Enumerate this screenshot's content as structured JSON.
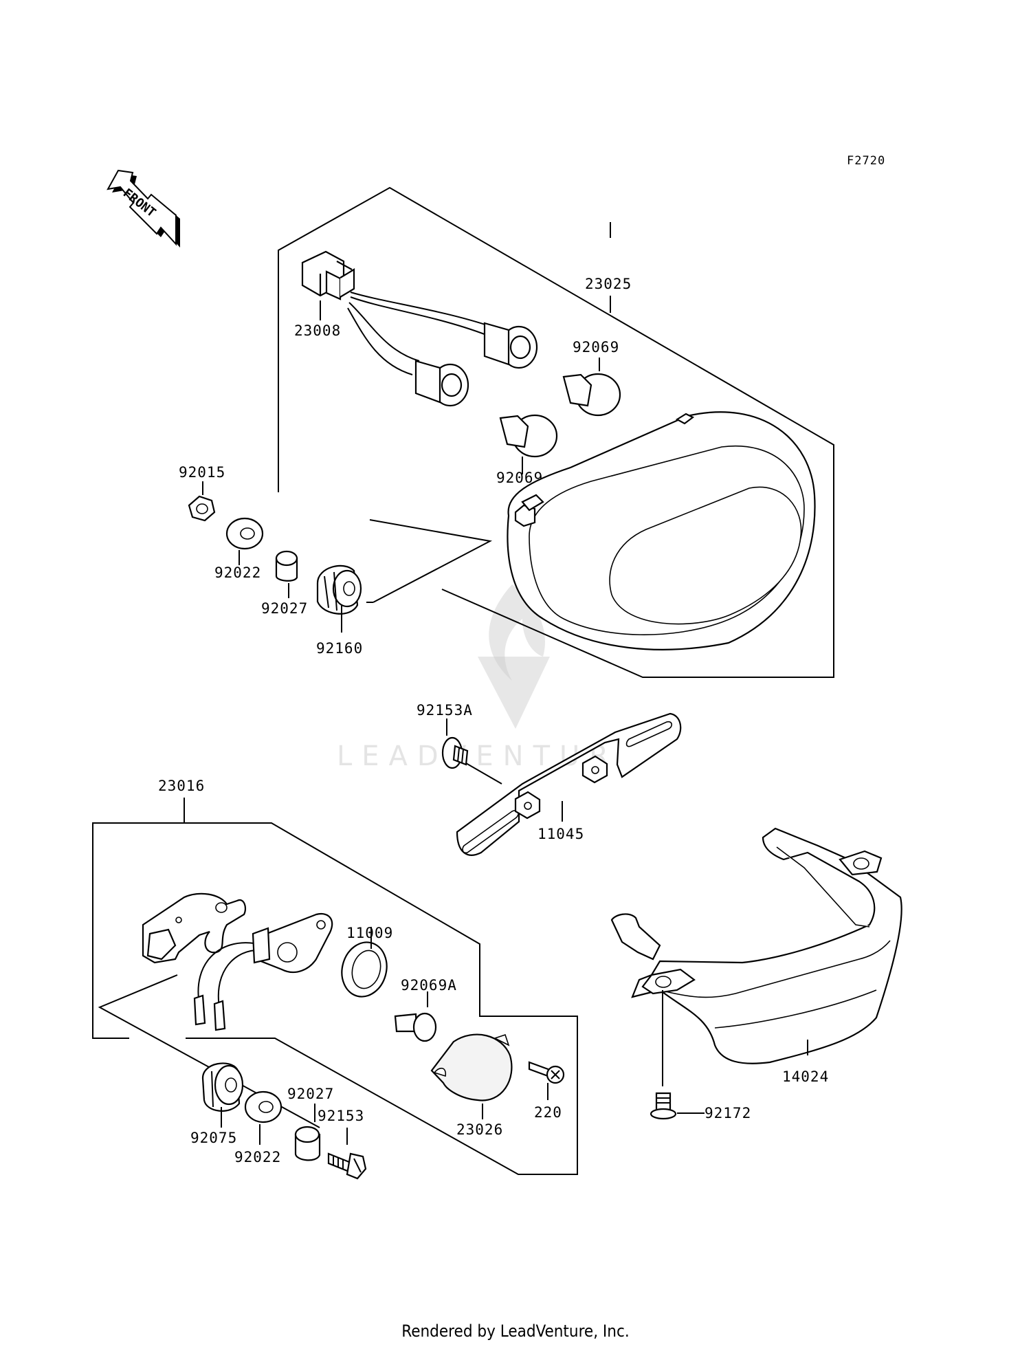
{
  "diagram_code": "F2720",
  "front_arrow_label": "FRONT",
  "watermark_text": "LEADVENTURE",
  "footer_text": "Rendered by LeadVenture, Inc.",
  "parts": [
    {
      "id": "p23025",
      "number": "23025"
    },
    {
      "id": "p23008",
      "number": "23008"
    },
    {
      "id": "p92069a",
      "number": "92069"
    },
    {
      "id": "p92069b",
      "number": "92069"
    },
    {
      "id": "p92015",
      "number": "92015"
    },
    {
      "id": "p92022a",
      "number": "92022"
    },
    {
      "id": "p92027a",
      "number": "92027"
    },
    {
      "id": "p92160",
      "number": "92160"
    },
    {
      "id": "p92153A",
      "number": "92153A"
    },
    {
      "id": "p11045",
      "number": "11045"
    },
    {
      "id": "p23016",
      "number": "23016"
    },
    {
      "id": "p11009",
      "number": "11009"
    },
    {
      "id": "p92069A",
      "number": "92069A"
    },
    {
      "id": "p220",
      "number": "220"
    },
    {
      "id": "p23026",
      "number": "23026"
    },
    {
      "id": "p92075",
      "number": "92075"
    },
    {
      "id": "p92022b",
      "number": "92022"
    },
    {
      "id": "p92027b",
      "number": "92027"
    },
    {
      "id": "p92153",
      "number": "92153"
    },
    {
      "id": "p14024",
      "number": "14024"
    },
    {
      "id": "p92172",
      "number": "92172"
    }
  ]
}
